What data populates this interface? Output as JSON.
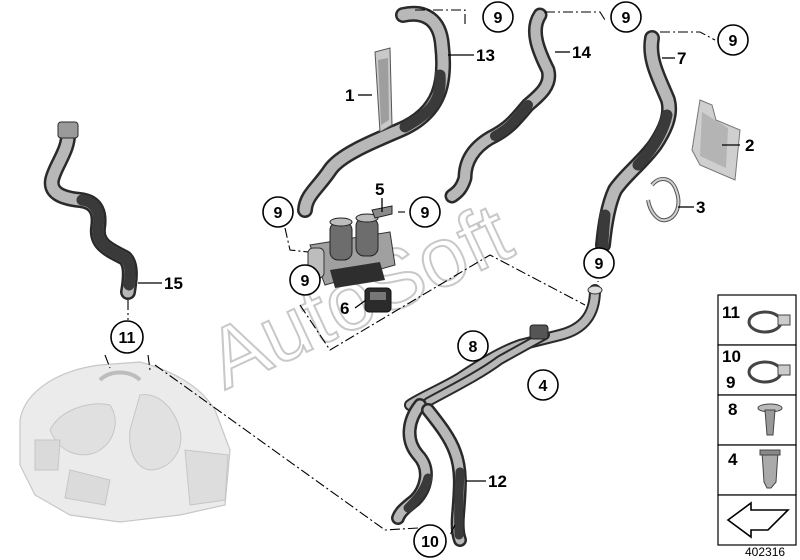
{
  "diagram": {
    "document_number": "402316",
    "watermark": "AutoSoft",
    "callouts": [
      {
        "id": "c9a",
        "text": "9"
      },
      {
        "id": "c9b",
        "text": "9"
      },
      {
        "id": "c9c",
        "text": "9"
      },
      {
        "id": "c9d",
        "text": "9"
      },
      {
        "id": "c9e",
        "text": "9"
      },
      {
        "id": "c9f",
        "text": "9"
      },
      {
        "id": "c9g",
        "text": "9"
      },
      {
        "id": "c11",
        "text": "11"
      },
      {
        "id": "c8",
        "text": "8"
      },
      {
        "id": "c4",
        "text": "4"
      },
      {
        "id": "c10",
        "text": "10"
      }
    ],
    "labels": [
      {
        "id": "l1",
        "text": "1"
      },
      {
        "id": "l2",
        "text": "2"
      },
      {
        "id": "l3",
        "text": "3"
      },
      {
        "id": "l5",
        "text": "5"
      },
      {
        "id": "l6",
        "text": "6"
      },
      {
        "id": "l7",
        "text": "7"
      },
      {
        "id": "l12",
        "text": "12"
      },
      {
        "id": "l13",
        "text": "13"
      },
      {
        "id": "l14",
        "text": "14"
      },
      {
        "id": "l15",
        "text": "15"
      }
    ],
    "legend": [
      {
        "id": "hose-clamp-11",
        "label": "11",
        "icon": "hose-clamp-icon"
      },
      {
        "id": "hose-clamp-10-9",
        "label_top": "10",
        "label_bottom": "9",
        "icon": "hose-clamp-icon"
      },
      {
        "id": "expanding-rivet-8",
        "label": "8",
        "icon": "expanding-rivet-icon"
      },
      {
        "id": "expanding-nut-4",
        "label": "4",
        "icon": "expanding-nut-icon"
      },
      {
        "id": "arrow-marker",
        "icon": "arrow-icon"
      }
    ]
  }
}
